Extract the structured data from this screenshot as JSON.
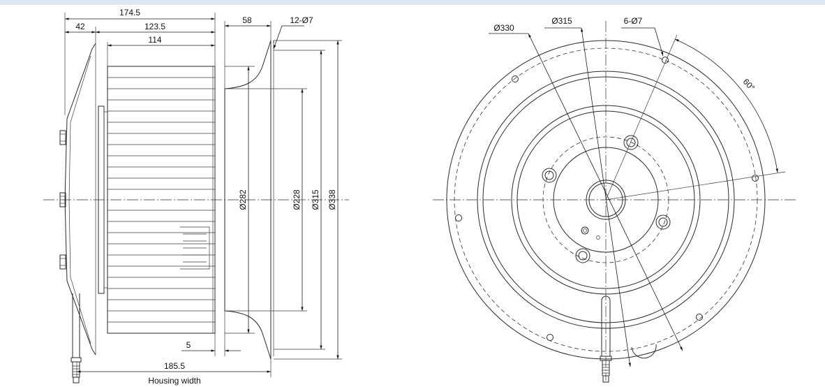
{
  "side_view": {
    "dim_174_5": "174.5",
    "dim_42": "42",
    "dim_123_5": "123.5",
    "dim_114": "114",
    "dim_58": "58",
    "dim_holes": "12-Ø7",
    "dim_d282": "Ø282",
    "dim_d228": "Ø228",
    "dim_d315": "Ø315",
    "dim_d338": "Ø338",
    "dim_5": "5",
    "dim_185_5": "185.5",
    "housing_width_label": "Housing width"
  },
  "front_view": {
    "dim_d330": "Ø330",
    "dim_d315": "Ø315",
    "dim_holes": "6-Ø7",
    "angle_60": "60°"
  }
}
